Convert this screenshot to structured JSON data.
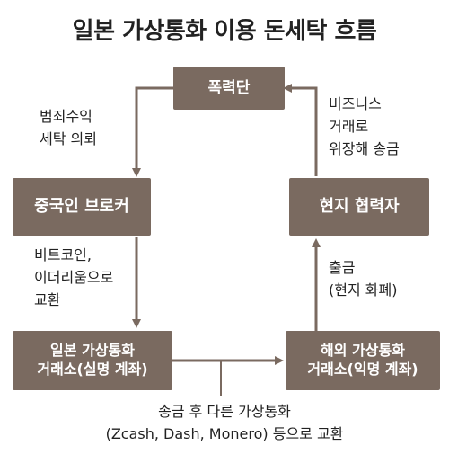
{
  "title": "일본 가상통화 이용 돈세탁 흐름",
  "nodes": {
    "gang": "폭력단",
    "broker": "중국인 브로커",
    "local_partner": "현지 협력자",
    "jp_exchange": {
      "line1": "일본 가상통화",
      "line2": "거래소(실명 계좌)"
    },
    "foreign_exchange": {
      "line1": "해외 가상통화",
      "line2": "거래소(익명 계좌)"
    }
  },
  "notes": {
    "laundering_request": [
      "범죄수익",
      "세탁 의뢰"
    ],
    "bitcoin_exchange": [
      "비트코인,",
      "이더리움으로",
      "교환"
    ],
    "withdraw": [
      "출금",
      "(현지 화폐)"
    ],
    "remit": [
      "비즈니스",
      "거래로",
      "위장해 송금"
    ],
    "transfer": [
      "송금 후 다른 가상통화",
      "(Zcash, Dash, Monero) 등으로 교환"
    ]
  },
  "colors": {
    "node_fill": "#7a6a60",
    "arrow": "#7a6a60",
    "text": "#222222"
  }
}
